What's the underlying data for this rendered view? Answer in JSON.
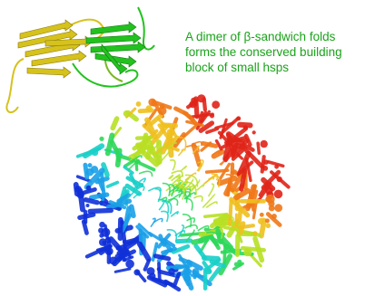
{
  "caption": {
    "line1": "A dimer of β-sandwich folds",
    "line2": "forms the conserved building",
    "line3": "block of small hsps"
  },
  "colors": {
    "caption": "#1aa31a",
    "dimer_chain_a": "#d6c21c",
    "dimer_chain_b": "#22c21e",
    "complex_palette": [
      "#1030d8",
      "#1aa0e8",
      "#18d0c8",
      "#2ed85a",
      "#b8e024",
      "#f0c020",
      "#f07818",
      "#e02418"
    ]
  }
}
